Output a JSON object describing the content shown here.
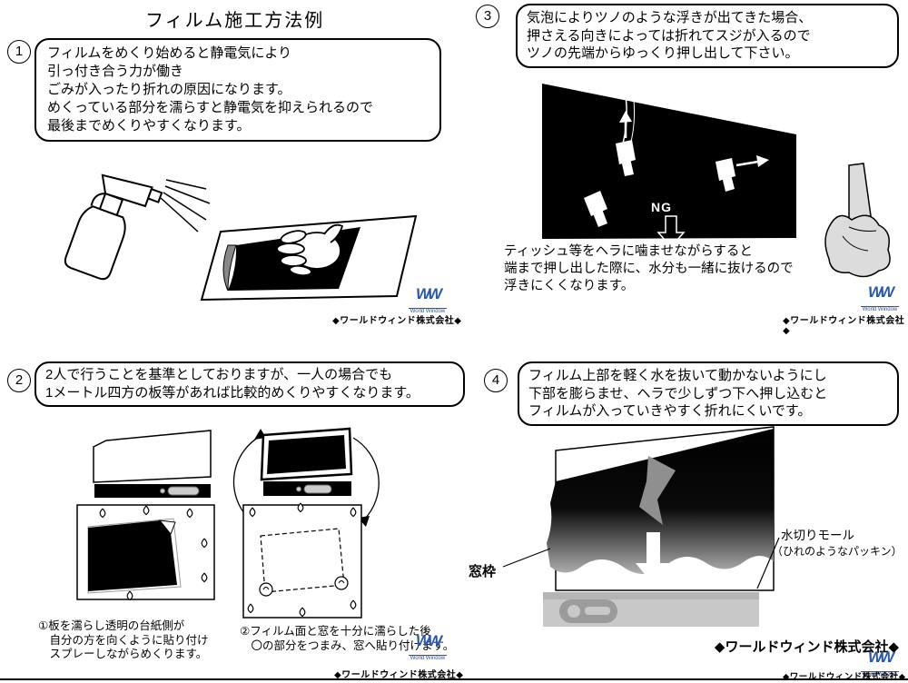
{
  "title": "フィルム施工方法例",
  "logo": {
    "mark": "WW",
    "name": "World Window"
  },
  "company": "◆ワールドウィンド株式会社◆",
  "sections": {
    "one": {
      "num": "1",
      "text": "フィルムをめくり始めると静電気により\n引っ付き合う力が働き\nごみが入ったり折れの原因になります。\nめくっている部分を濡らすと静電気を抑えられるので\n最後までめくりやすくなります。"
    },
    "two": {
      "num": "2",
      "text": "2人で行うことを基準としておりますが、一人の場合でも\n1メートル四方の板等があれば比較的めくりやすくなります。",
      "caption1": "①板を濡らし透明の台紙側が\n　自分の方を向くように貼り付け\n　スプレーしながらめくります。",
      "caption2": "②フィルム面と窓を十分に濡らした後\n　〇の部分をつまみ、窓へ貼り付けます。"
    },
    "three": {
      "num": "3",
      "text": "気泡によりツノのような浮きが出てきた場合、\n押さえる向きによっては折れてスジが入るので\nツノの先端からゆっくり押し出して下さい。",
      "ng": "NG",
      "note": "ティッシュ等をヘラに噛ませながらすると\n端まで押し出した際に、水分も一緒に抜けるので\n浮きにくくなります。"
    },
    "four": {
      "num": "4",
      "text": "フィルム上部を軽く水を抜いて動かないようにし\n下部を膨らませ、ヘラで少しずつ下へ押し込むと\nフィルムが入っていきやすく折れにくいです。",
      "label_window_frame": "窓枠",
      "label_molding": "水切りモール",
      "label_molding_sub": "（ひれのようなパッキン）"
    }
  }
}
